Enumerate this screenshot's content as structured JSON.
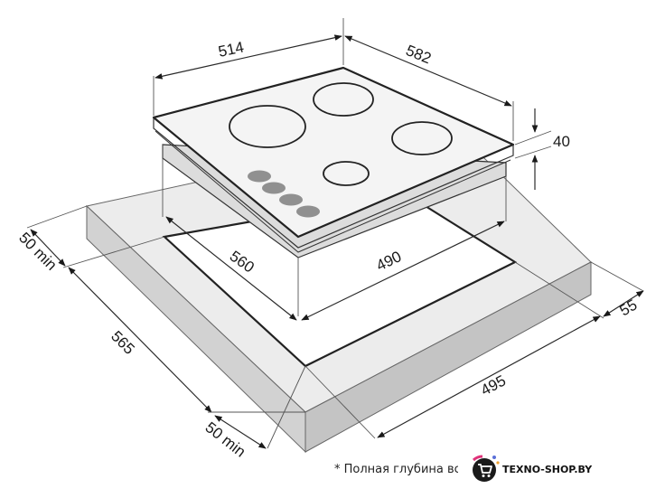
{
  "dimensions": {
    "width_top": "514",
    "depth_top": "582",
    "height": "40",
    "cutout_depth": "560",
    "cutout_width": "490",
    "margin_left": "50 min",
    "counter_depth": "565",
    "margin_front": "50 min",
    "counter_width": "495",
    "margin_right": "55"
  },
  "footnote": "* Полная глубина вст",
  "logo": {
    "text": "TEXNO-SHOP.BY",
    "icon": "shopping-cart-icon"
  },
  "colors": {
    "hob_surface": "#f4f4f4",
    "hob_edge": "#dcdcdc",
    "counter_top": "#ececec",
    "counter_side": "#d2d2d2",
    "knob": "#909090",
    "logo_circle": "#1a1a1a",
    "logo_accent": "#e0337a"
  }
}
